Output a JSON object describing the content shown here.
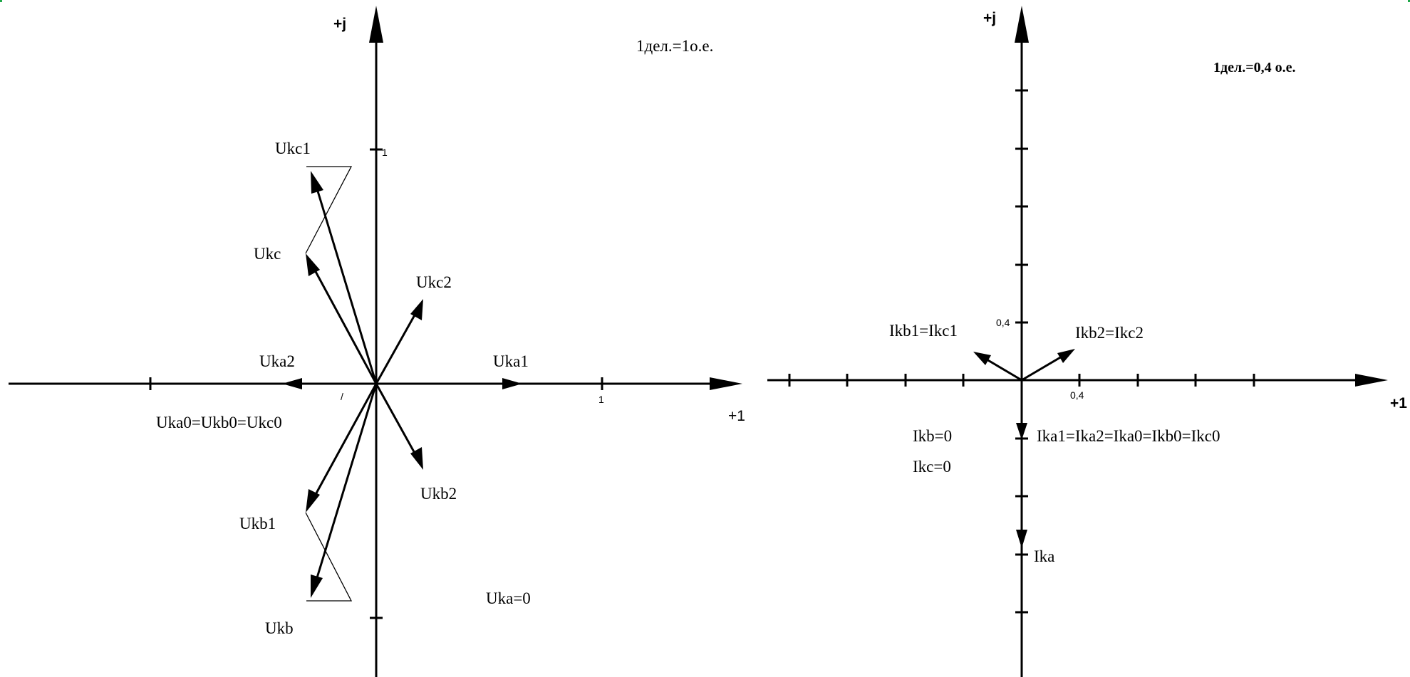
{
  "voltage_diagram": {
    "axis_imag_label": "+j",
    "axis_real_label": "+1",
    "scale_note": "1дел.=1о.е.",
    "tick_real_1": "1",
    "tick_imag_1": "1",
    "tick_real_neg_mark": "/",
    "vectors": {
      "ukc1": "Ukc1",
      "ukc": "Ukc",
      "ukc2": "Ukc2",
      "uka2": "Uka2",
      "uka1": "Uka1",
      "zero_seq": "Uka0=Ukb0=Ukc0",
      "ukb2": "Ukb2",
      "ukb1": "Ukb1",
      "ukb": "Ukb",
      "uka_zero": "Uka=0"
    }
  },
  "current_diagram": {
    "axis_imag_label": "+j",
    "axis_real_label": "+1",
    "scale_note": "1дел.=0,4 о.е.",
    "tick_imag": "0,4",
    "tick_real": "0,4",
    "vectors": {
      "ikb1_ikc1": "Ikb1=Ikc1",
      "ikb2_ikc2": "Ikb2=Ikc2",
      "ikb_zero": "Ikb=0",
      "ikc_zero": "Ikc=0",
      "ika_components": "Ika1=Ika2=Ika0=Ikb0=Ikc0",
      "ika": "Ika"
    }
  }
}
